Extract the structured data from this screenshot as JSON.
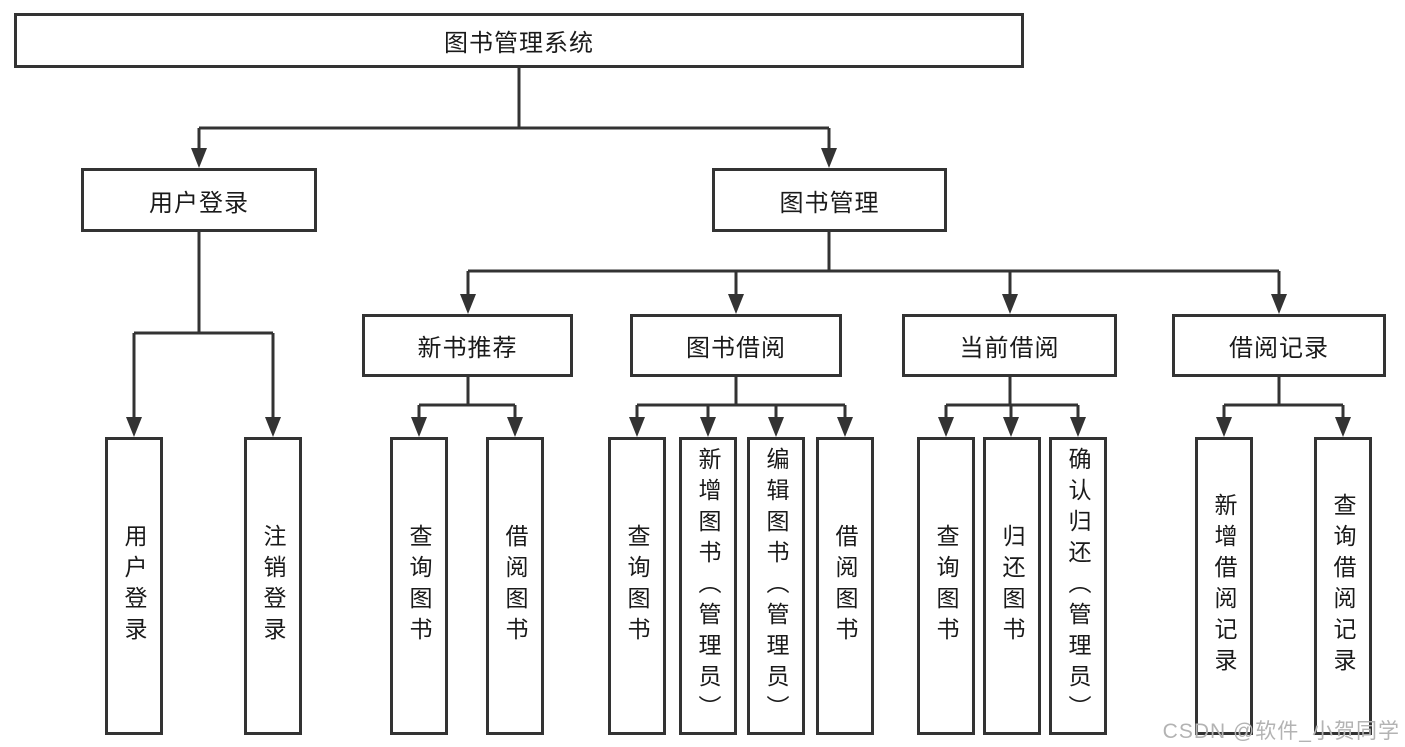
{
  "colors": {
    "line": "#333333",
    "border": "#333333",
    "text": "#1a1a1a",
    "watermark": "#b3b3b3",
    "background": "#ffffff"
  },
  "tree": {
    "root": {
      "label": "图书管理系统"
    },
    "branches": [
      {
        "label": "用户登录",
        "children": [
          {
            "label": "用户登录"
          },
          {
            "label": "注销登录"
          }
        ]
      },
      {
        "label": "图书管理",
        "children": [
          {
            "label": "新书推荐",
            "children": [
              {
                "label": "查询图书"
              },
              {
                "label": "借阅图书"
              }
            ]
          },
          {
            "label": "图书借阅",
            "children": [
              {
                "label": "查询图书"
              },
              {
                "label": "新增图书（管理员）"
              },
              {
                "label": "编辑图书（管理员）"
              },
              {
                "label": "借阅图书"
              }
            ]
          },
          {
            "label": "当前借阅",
            "children": [
              {
                "label": "查询图书"
              },
              {
                "label": "归还图书"
              },
              {
                "label": "确认归还（管理员）"
              }
            ]
          },
          {
            "label": "借阅记录",
            "children": [
              {
                "label": "新增借阅记录"
              },
              {
                "label": "查询借阅记录"
              }
            ]
          }
        ]
      }
    ]
  },
  "watermark": {
    "text": "CSDN @软件_小贺同学"
  }
}
